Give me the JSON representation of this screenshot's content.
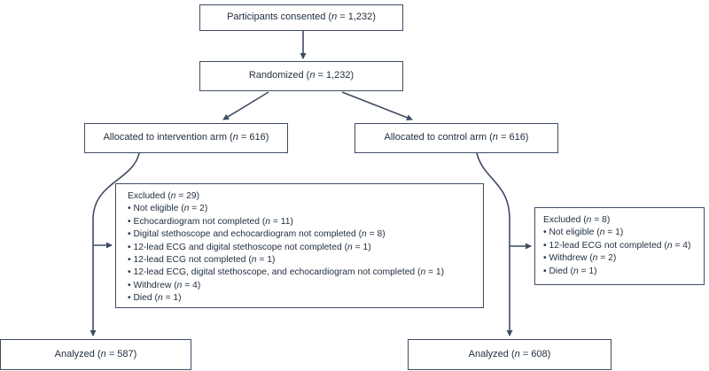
{
  "diagram": {
    "consented": {
      "label": "Participants consented (n = 1,232)"
    },
    "randomized": {
      "label": "Randomized (n = 1,232)"
    },
    "intervention_arm": {
      "label": "Allocated to intervention arm (n = 616)"
    },
    "control_arm": {
      "label": "Allocated to control arm (n = 616)"
    },
    "excluded_intervention": {
      "title": "Excluded (n = 29)",
      "items": [
        "Not eligible (n = 2)",
        "Echocardiogram not completed (n = 11)",
        "Digital stethoscope and echocardiogram not completed (n = 8)",
        "12-lead ECG and digital stethoscope not completed (n = 1)",
        "12-lead ECG not completed (n = 1)",
        "12-lead ECG, digital stethoscope, and echocardiogram not completed (n = 1)",
        "Withdrew (n = 4)",
        "Died (n = 1)"
      ]
    },
    "excluded_control": {
      "title": "Excluded (n = 8)",
      "items": [
        "Not eligible (n = 1)",
        "12-lead ECG not completed (n = 4)",
        "Withdrew (n = 2)",
        "Died (n = 1)"
      ]
    },
    "analyzed_intervention": {
      "label": "Analyzed (n = 587)"
    },
    "analyzed_control": {
      "label": "Analyzed (n = 608)"
    }
  },
  "colors": {
    "box_border": "#3e4c63",
    "connector": "#3e4c63",
    "text": "#22303f",
    "background": "#ffffff"
  }
}
